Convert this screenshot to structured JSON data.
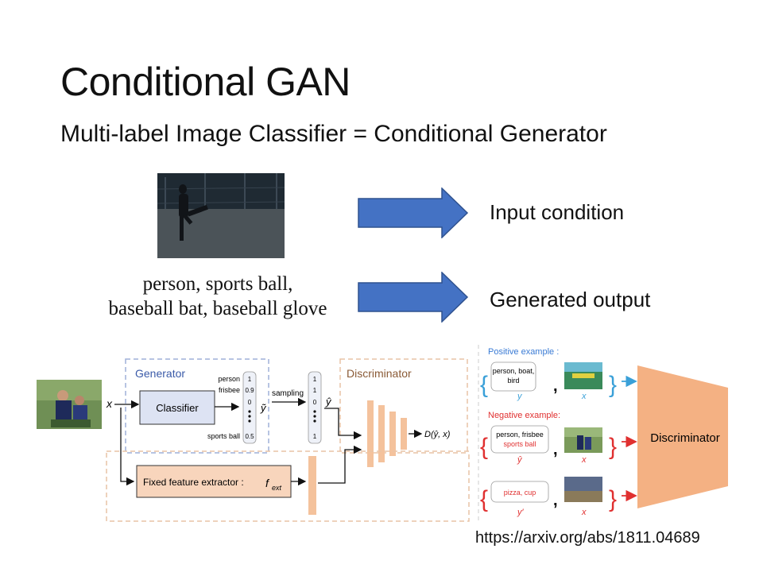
{
  "slide": {
    "title": "Conditional GAN",
    "subtitle": "Multi-label Image Classifier = Conditional Generator",
    "caption_line1": "person, sports ball,",
    "caption_line2": "baseball bat, baseball glove",
    "arrow_label_top": "Input condition",
    "arrow_label_bottom": "Generated output",
    "url": "https://arxiv.org/abs/1811.04689",
    "colors": {
      "arrow_blue": "#4472c4",
      "accent_blue": "#3a7bd5",
      "accent_red": "#e03030",
      "box_orange": "#f4c29c",
      "classifier_fill": "#dde3f3"
    }
  },
  "left_diagram": {
    "generator_label": "Generator",
    "discriminator_label": "Discriminator",
    "classifier_label": "Classifier",
    "extractor_label": "Fixed feature extractor :",
    "extractor_symbol": "f",
    "extractor_subscript": "ext",
    "input_symbol": "x",
    "ytilde_symbol": "ỹ",
    "yhat_symbol": "ŷ",
    "sampling_label": "sampling",
    "output_label": "D(ŷ, x)",
    "vector_labels": [
      "person",
      "frisbee",
      "sports ball"
    ],
    "prob_vector": [
      "1",
      "0.9",
      "0",
      "0.5"
    ],
    "sampled_vector": [
      "1",
      "1",
      "0",
      "1"
    ]
  },
  "right_diagram": {
    "positive_title": "Positive example :",
    "negative_title": "Negative example:",
    "positive_labels": [
      "person, boat,",
      "bird"
    ],
    "negative1_labels": [
      "person, frisbee",
      "sports ball"
    ],
    "negative2_labels": [
      "pizza, cup"
    ],
    "y_symbol": "y",
    "yhat_symbol": "ŷ",
    "yprime_symbol": "y′",
    "x_symbol": "x",
    "discriminator_label": "Discriminator"
  }
}
